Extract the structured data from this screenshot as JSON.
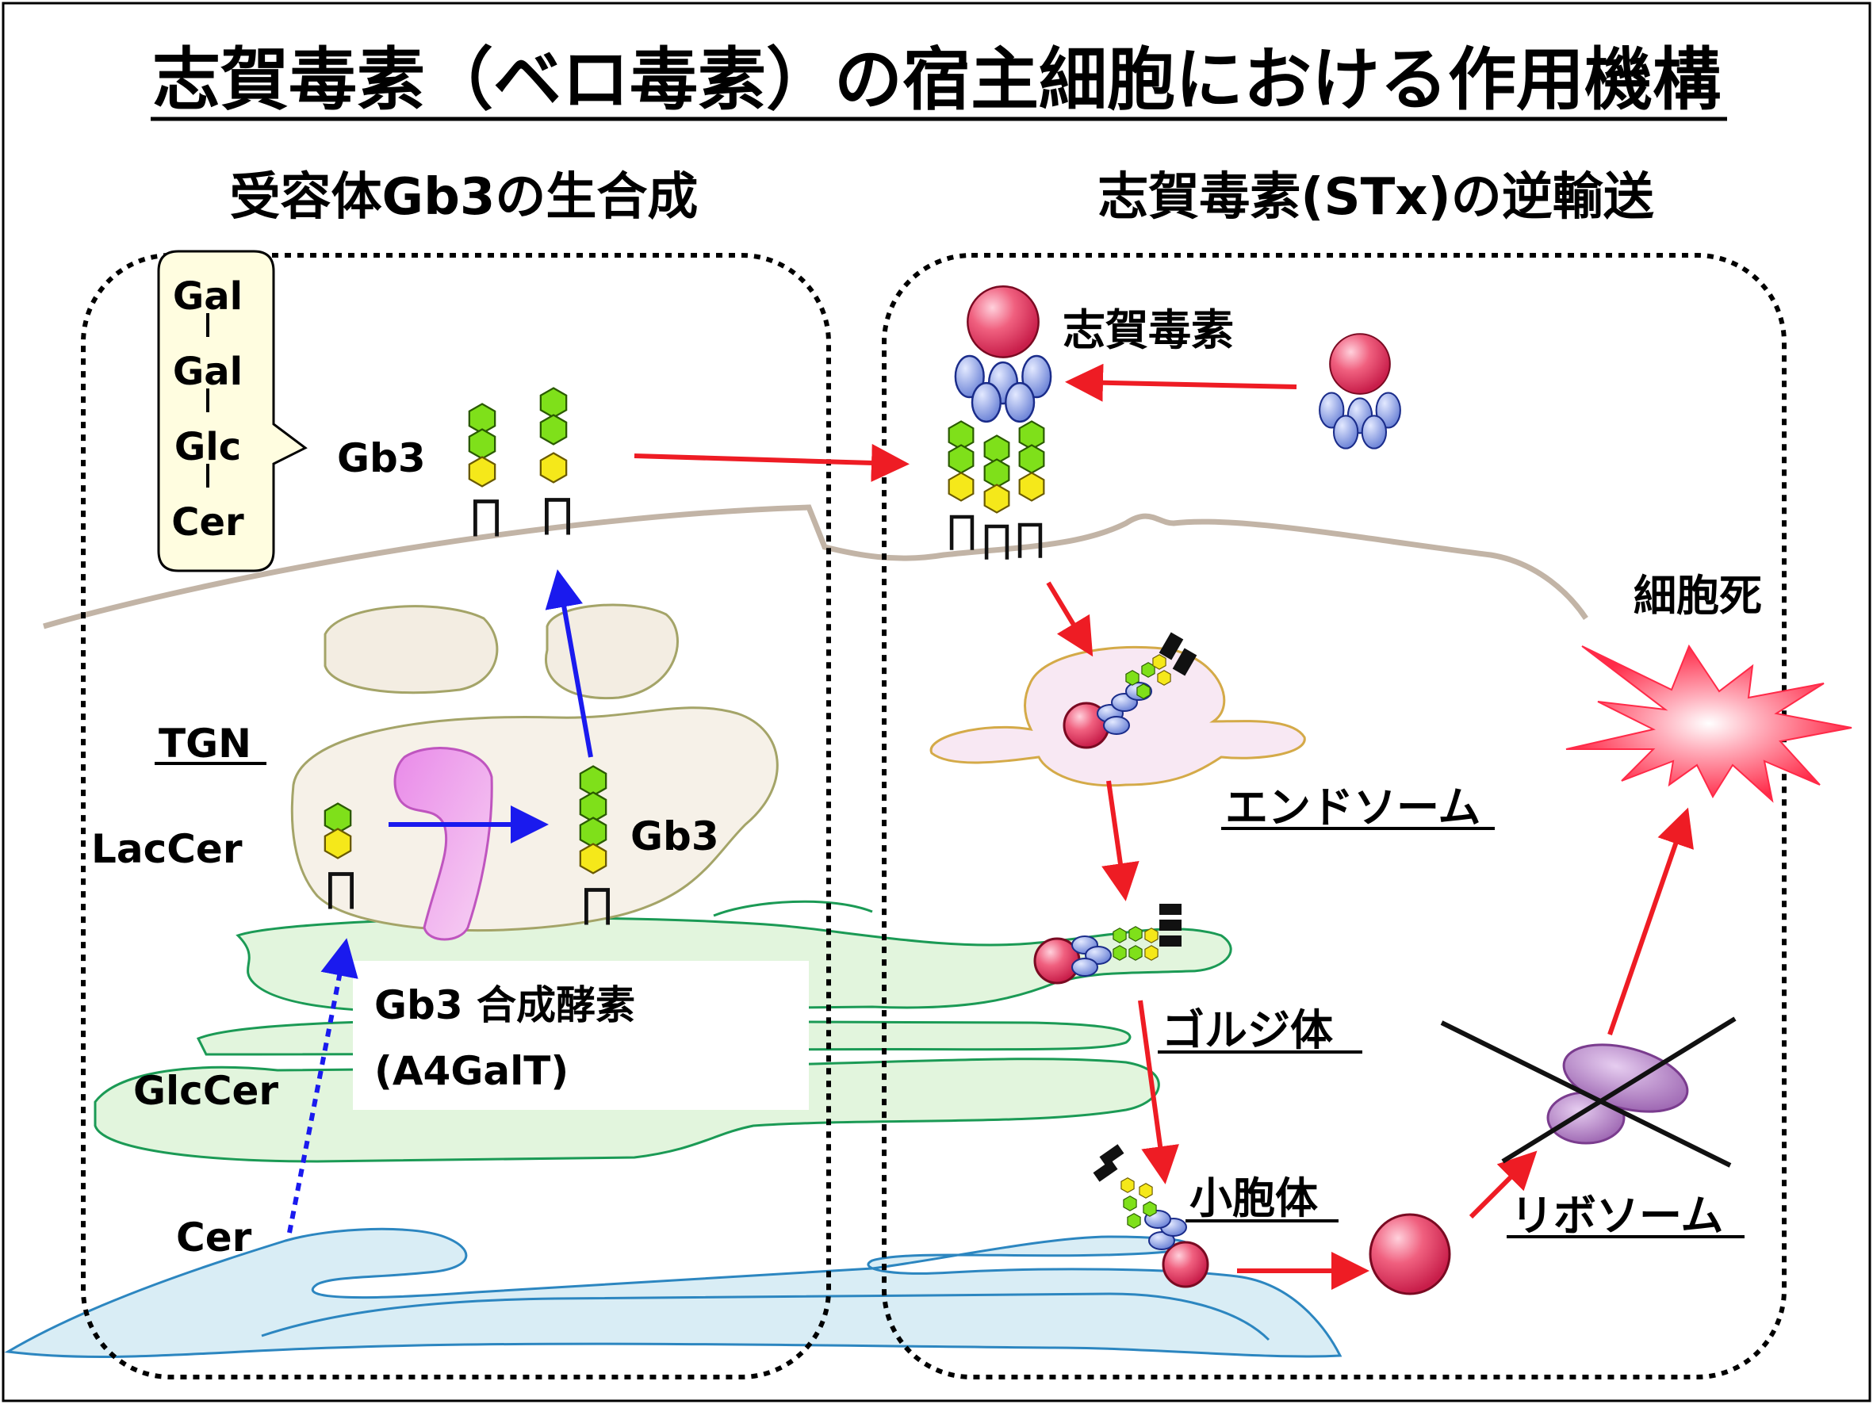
{
  "title": "志賀毒素（ベロ毒素）の宿主細胞における作用機構",
  "left_panel": {
    "heading": "受容体Gb3の生合成",
    "callout": [
      "Gal",
      "Gal",
      "Glc",
      "Cer"
    ],
    "gb3_surface_label": "Gb3",
    "tgn_label": "TGN",
    "laccer_label": "LacCer",
    "gb3_golgi_label": "Gb3",
    "enzyme_label_line1": "Gb3 合成酵素",
    "enzyme_label_line2": "(A4GalT)",
    "glccer_label": "GlcCer",
    "cer_label": "Cer"
  },
  "right_panel": {
    "heading": "志賀毒素(STx)の逆輸送",
    "toxin_label": "志賀毒素",
    "endosome_label": "エンドソーム",
    "golgi_label": "ゴルジ体",
    "vesicle_label": "小胞体",
    "ribosome_label": "リボソーム",
    "cell_death_label": "細胞死"
  },
  "colors": {
    "arrow_red": "#ee1c24",
    "arrow_blue": "#1a1aee",
    "toxin_pink": "#e8436c",
    "toxin_blue": "#7f97e6",
    "sugar_green": "#7fe01a",
    "sugar_yellow": "#f5e81a",
    "golgi_green": "#e2f5dd",
    "er_blue": "#d9edf5",
    "ribosome_purple": "#b985c6",
    "burst_red": "#ff2a48"
  }
}
